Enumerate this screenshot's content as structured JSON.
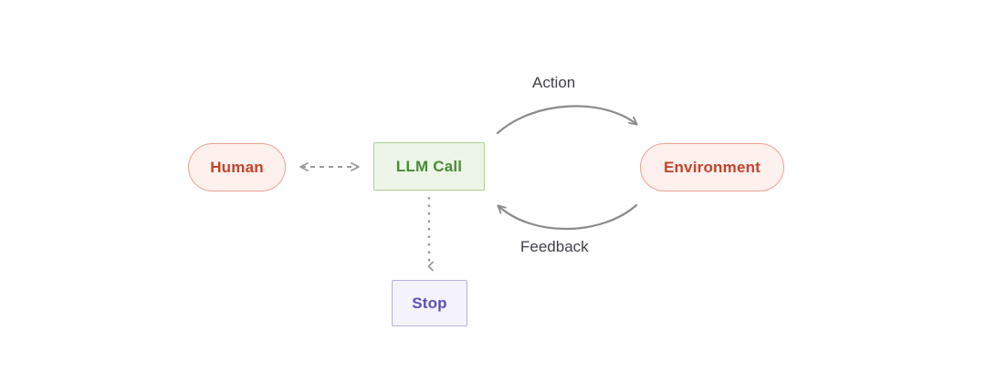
{
  "diagram": {
    "title": "Agent loop: LLM Call, Human, Environment, Stop",
    "background_color": "#ffffff",
    "nodes": [
      {
        "id": "human",
        "label": "Human",
        "shape": "pill",
        "fill": "#fdf0ed",
        "stroke": "#e8a393",
        "text_color": "#c4442a"
      },
      {
        "id": "llm_call",
        "label": "LLM Call",
        "shape": "rectangle",
        "fill": "#edf5e8",
        "stroke": "#accc94",
        "text_color": "#4b8b33"
      },
      {
        "id": "environment",
        "label": "Environment",
        "shape": "pill",
        "fill": "#fdf0ed",
        "stroke": "#e8a393",
        "text_color": "#c4442a"
      },
      {
        "id": "stop",
        "label": "Stop",
        "shape": "rectangle",
        "fill": "#f4f3fb",
        "stroke": "#b3aee0",
        "text_color": "#5b51b5"
      }
    ],
    "edges": [
      {
        "id": "action",
        "label": "Action",
        "from": "llm_call",
        "to": "environment",
        "style": "solid-curved",
        "direction": "forward",
        "color": "#8a8a8a"
      },
      {
        "id": "feedback",
        "label": "Feedback",
        "from": "environment",
        "to": "llm_call",
        "style": "solid-curved",
        "direction": "forward",
        "color": "#8a8a8a"
      },
      {
        "id": "human_llm",
        "label": "",
        "from": "human",
        "to": "llm_call",
        "style": "dashed",
        "direction": "bidirectional",
        "color": "#9a9a9a"
      },
      {
        "id": "llm_stop",
        "label": "",
        "from": "llm_call",
        "to": "stop",
        "style": "dotted",
        "direction": "forward",
        "color": "#9a9a9a"
      }
    ]
  }
}
